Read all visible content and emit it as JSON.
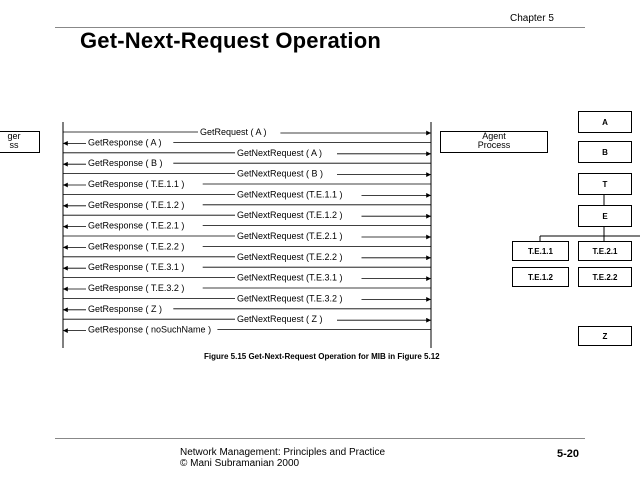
{
  "header": {
    "chapter": "Chapter 5",
    "title": "Get-Next-Request Operation"
  },
  "manager_process": {
    "line1": "ger",
    "line2": "ss"
  },
  "agent_process": {
    "line1": "Agent",
    "line2": "Process"
  },
  "messages": [
    {
      "text": "GetRequest ( A )",
      "dir": "right"
    },
    {
      "text": "GetResponse ( A )",
      "dir": "left"
    },
    {
      "text": "GetNextRequest ( A )",
      "dir": "right"
    },
    {
      "text": "GetResponse ( B )",
      "dir": "left"
    },
    {
      "text": "GetNextRequest ( B )",
      "dir": "right"
    },
    {
      "text": "GetResponse ( T.E.1.1 )",
      "dir": "left"
    },
    {
      "text": "GetNextRequest (T.E.1.1 )",
      "dir": "right"
    },
    {
      "text": "GetResponse ( T.E.1.2 )",
      "dir": "left"
    },
    {
      "text": "GetNextRequest (T.E.1.2 )",
      "dir": "right"
    },
    {
      "text": "GetResponse ( T.E.2.1 )",
      "dir": "left"
    },
    {
      "text": "GetNextRequest (T.E.2.1 )",
      "dir": "right"
    },
    {
      "text": "GetResponse ( T.E.2.2 )",
      "dir": "left"
    },
    {
      "text": "GetNextRequest (T.E.2.2 )",
      "dir": "right"
    },
    {
      "text": "GetResponse ( T.E.3.1 )",
      "dir": "left"
    },
    {
      "text": "GetNextRequest (T.E.3.1 )",
      "dir": "right"
    },
    {
      "text": "GetResponse ( T.E.3.2 )",
      "dir": "left"
    },
    {
      "text": "GetNextRequest (T.E.3.2 )",
      "dir": "right"
    },
    {
      "text": "GetResponse ( Z )",
      "dir": "left"
    },
    {
      "text": "GetNextRequest ( Z )",
      "dir": "right"
    },
    {
      "text": "GetResponse ( noSuchName )",
      "dir": "left"
    }
  ],
  "mib_tree": {
    "nodes": [
      "A",
      "B",
      "T",
      "E",
      "T.E.1.1",
      "T.E.2.1",
      "T.E.1.2",
      "T.E.2.2",
      "Z"
    ]
  },
  "caption": "Figure 5.15 Get-Next-Request Operation for MIB in Figure 5.12",
  "footer": {
    "line1": "Network Management: Principles and Practice",
    "line2": "©  Mani Subramanian 2000",
    "page": "5-20"
  }
}
